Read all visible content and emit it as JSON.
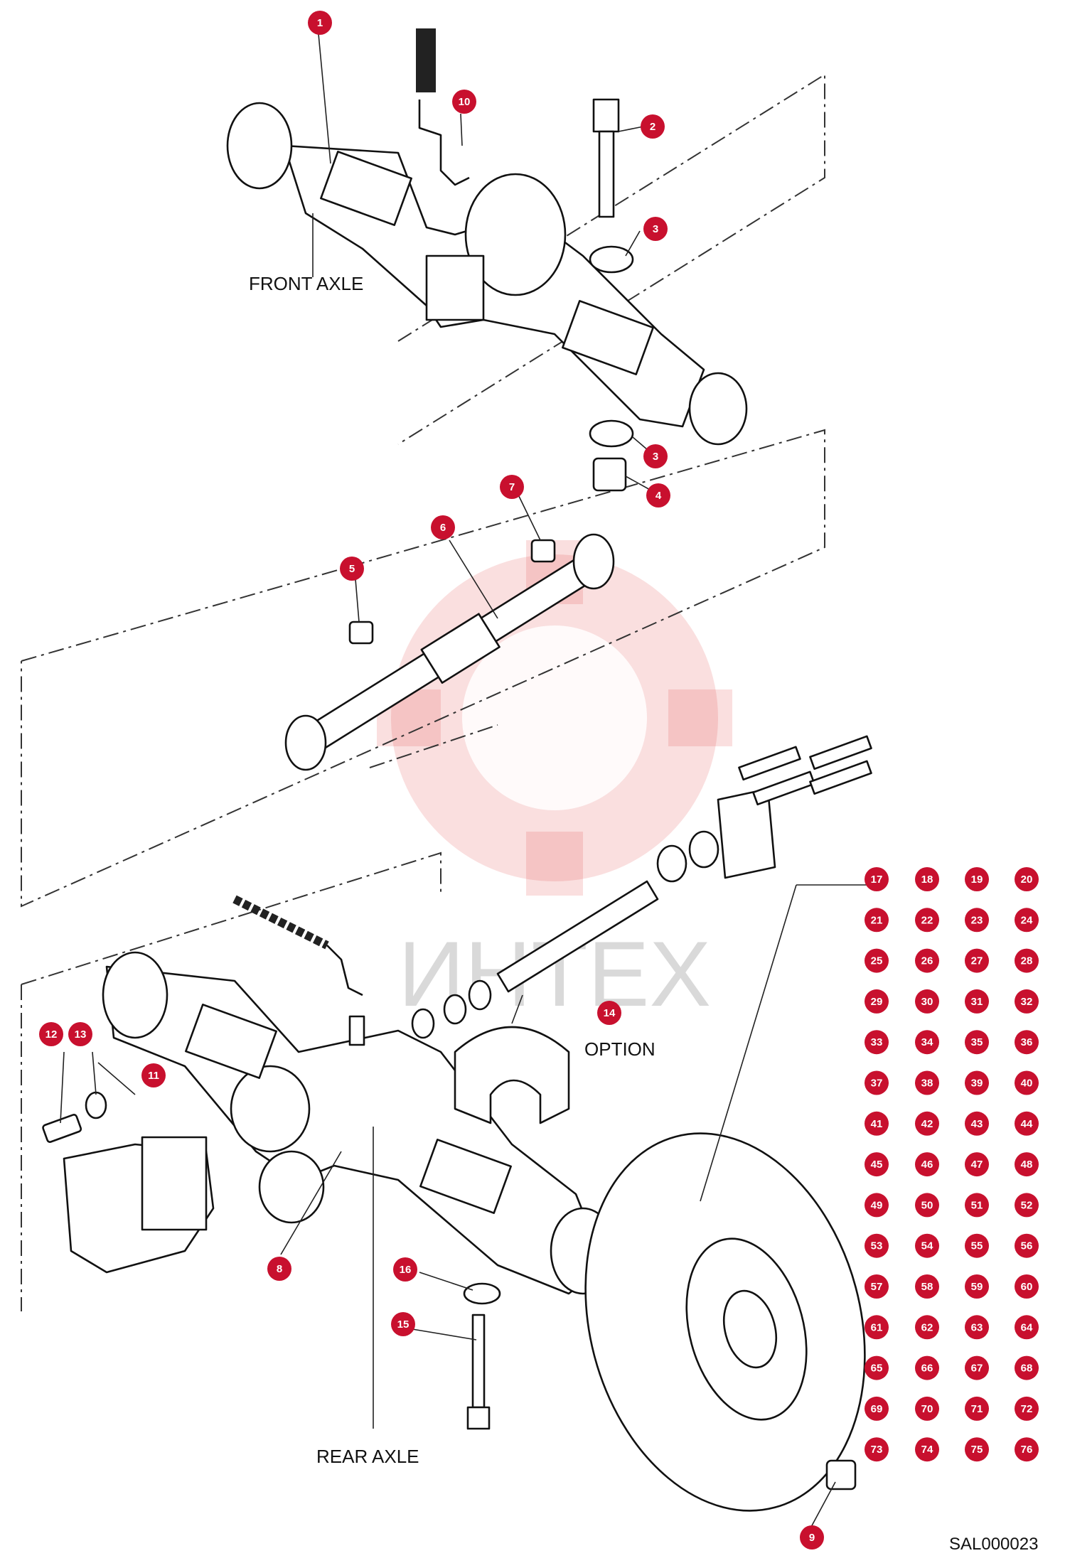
{
  "labels": {
    "front_axle": "FRONT AXLE",
    "rear_axle": "REAR AXLE",
    "option": "OPTION",
    "code": "SAL000023",
    "watermark": "ИНТЕХ"
  },
  "callouts": [
    {
      "n": "1"
    },
    {
      "n": "2"
    },
    {
      "n": "3"
    },
    {
      "n": "3"
    },
    {
      "n": "4"
    },
    {
      "n": "5"
    },
    {
      "n": "6"
    },
    {
      "n": "7"
    },
    {
      "n": "8"
    },
    {
      "n": "9"
    },
    {
      "n": "10"
    },
    {
      "n": "11"
    },
    {
      "n": "12"
    },
    {
      "n": "13"
    },
    {
      "n": "14"
    },
    {
      "n": "15"
    },
    {
      "n": "16"
    }
  ],
  "grid_callouts": [
    "17",
    "18",
    "19",
    "20",
    "21",
    "22",
    "23",
    "24",
    "25",
    "26",
    "27",
    "28",
    "29",
    "30",
    "31",
    "32",
    "33",
    "34",
    "35",
    "36",
    "37",
    "38",
    "39",
    "40",
    "41",
    "42",
    "43",
    "44",
    "45",
    "46",
    "47",
    "48",
    "49",
    "50",
    "51",
    "52",
    "53",
    "54",
    "55",
    "56",
    "57",
    "58",
    "59",
    "60",
    "61",
    "62",
    "63",
    "64",
    "65",
    "66",
    "67",
    "68",
    "69",
    "70",
    "71",
    "72",
    "73",
    "74",
    "75",
    "76"
  ],
  "colors": {
    "callout": "#c8102e",
    "watermark": "#e03a3a"
  }
}
